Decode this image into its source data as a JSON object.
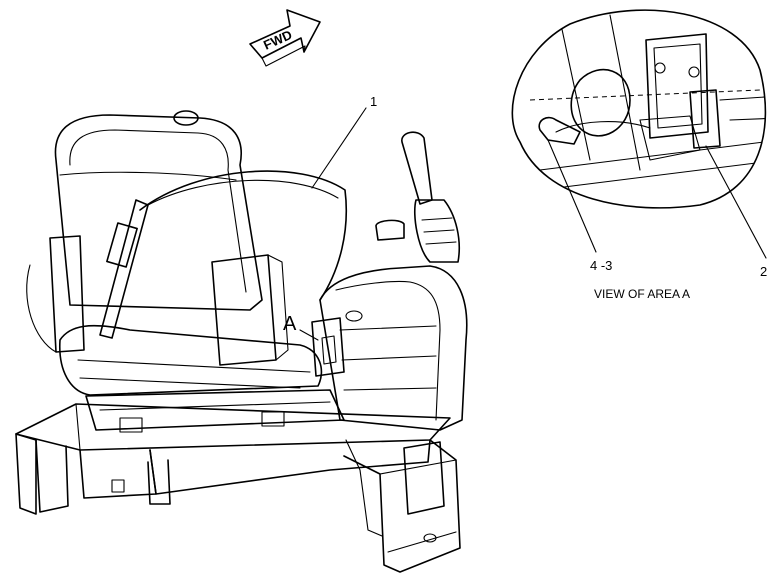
{
  "direction_arrow": {
    "label": "FWD"
  },
  "callouts": {
    "seat_part": "1",
    "area_marker": "A",
    "detail_left": "4 -3",
    "detail_right": "2"
  },
  "detail_view": {
    "caption": "VIEW OF AREA A"
  }
}
